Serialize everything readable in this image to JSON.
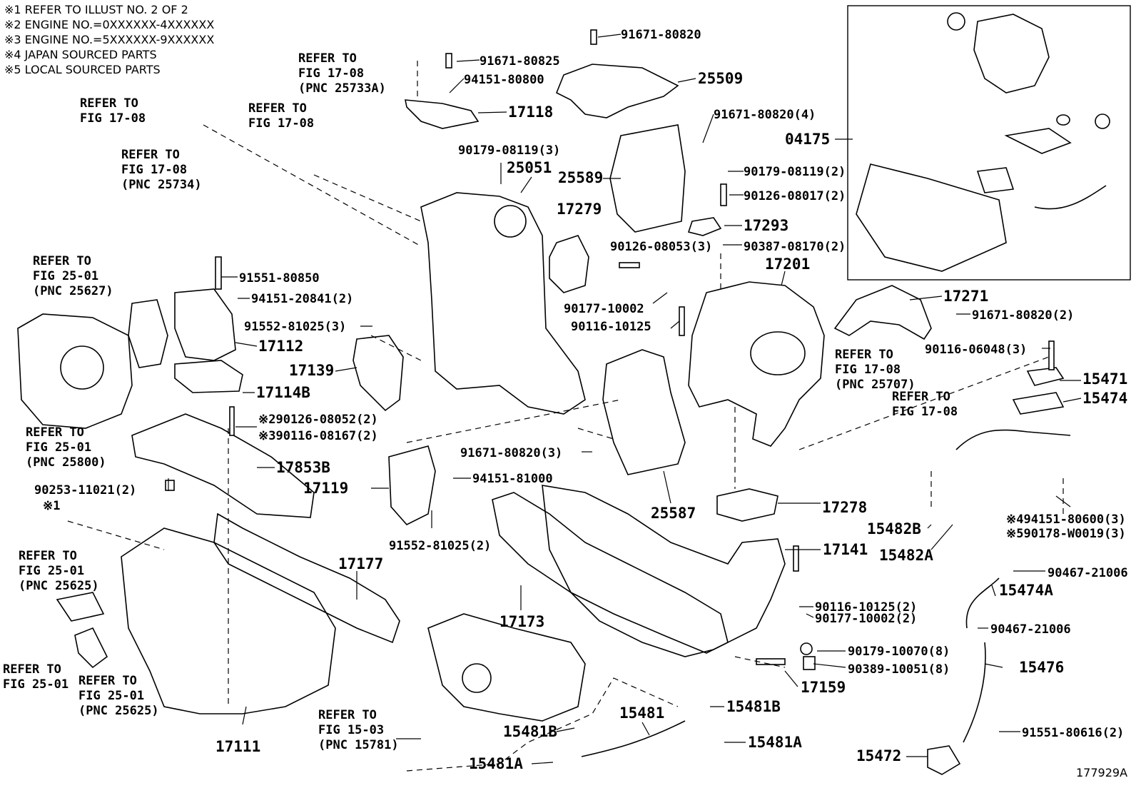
{
  "notes": [
    "※1 REFER TO ILLUST NO. 2 OF 2",
    "※2 ENGINE NO.=0XXXXXX-4XXXXXX",
    "※3 ENGINE NO.=5XXXXXX-9XXXXXX",
    "※4 JAPAN SOURCED PARTS",
    "※5 LOCAL SOURCED PARTS"
  ],
  "labels": {
    "p91671_80820_top": "91671-80820",
    "p25509": "25509",
    "p91671_80825": "91671-80825",
    "p94151_80800": "94151-80800",
    "p17118": "17118",
    "p90179_08119_3": "90179-08119(3)",
    "p25051": "25051",
    "p25589": "25589",
    "p91671_80820_4": "91671-80820(4)",
    "p90179_08119_2": "90179-08119(2)",
    "p90126_08017_2": "90126-08017(2)",
    "p17279": "17279",
    "p17293": "17293",
    "p90126_08053_3": "90126-08053(3)",
    "p90387_08170_2": "90387-08170(2)",
    "p17201": "17201",
    "p04175": "04175",
    "p17271": "17271",
    "p91671_80820_2": "91671-80820(2)",
    "p90177_10002": "90177-10002",
    "p90116_10125": "90116-10125",
    "p90116_06048_3": "90116-06048(3)",
    "p15471": "15471",
    "p15474": "15474",
    "p91551_80850": "91551-80850",
    "p94151_20841_2": "94151-20841(2)",
    "p91552_81025_3": "91552-81025(3)",
    "p17112": "17112",
    "p17139": "17139",
    "p17114B": "17114B",
    "p290126_08052": "※290126-08052(2)",
    "p390116_08167": "※390116-08167(2)",
    "p17853B": "17853B",
    "p91671_80820_3": "91671-80820(3)",
    "p17119": "17119",
    "p94151_81000": "94151-81000",
    "p91552_81025_2": "91552-81025(2)",
    "p25587": "25587",
    "p17278": "17278",
    "p15482B": "15482B",
    "p15482A": "15482A",
    "p94151_80600": "※494151-80600(3)",
    "p90178_W0019": "※590178-W0019(3)",
    "p90253_11021": "90253-11021(2)",
    "p_star1": "※1",
    "p17177": "17177",
    "p17141": "17141",
    "p90467_21006_a": "90467-21006",
    "p15474A": "15474A",
    "p90116_10125_2": "90116-10125(2)",
    "p17173": "17173",
    "p90177_10002_2": "90177-10002(2)",
    "p90467_21006_b": "90467-21006",
    "p90179_10070_8": "90179-10070(8)",
    "p90389_10051_8": "90389-10051(8)",
    "p15476": "15476",
    "p17159": "17159",
    "p15481": "15481",
    "p15481B_r": "15481B",
    "p15481A_r": "15481A",
    "p15481B_l": "15481B",
    "p15481A_l": "15481A",
    "p91551_80616_2": "91551-80616(2)",
    "p15472": "15472",
    "p17111": "17111",
    "fig_id": "177929A"
  },
  "refs": [
    {
      "line1": "REFER TO",
      "line2": "FIG 17-08",
      "line3": ""
    },
    {
      "line1": "REFER TO",
      "line2": "FIG 17-08",
      "line3": "(PNC 25733A)"
    },
    {
      "line1": "REFER TO",
      "line2": "FIG 17-08",
      "line3": ""
    },
    {
      "line1": "REFER TO",
      "line2": "FIG 17-08",
      "line3": "(PNC 25734)"
    },
    {
      "line1": "REFER TO",
      "line2": "FIG 25-01",
      "line3": "(PNC 25627)"
    },
    {
      "line1": "REFER TO",
      "line2": "FIG 25-01",
      "line3": "(PNC 25800)"
    },
    {
      "line1": "REFER TO",
      "line2": "FIG 17-08",
      "line3": "(PNC 25707)"
    },
    {
      "line1": "REFER TO",
      "line2": "FIG 17-08",
      "line3": ""
    },
    {
      "line1": "REFER TO",
      "line2": "FIG 25-01",
      "line3": "(PNC 25625)"
    },
    {
      "line1": "REFER TO",
      "line2": "FIG 25-01",
      "line3": ""
    },
    {
      "line1": "REFER TO",
      "line2": "FIG 25-01",
      "line3": "(PNC 25625)"
    },
    {
      "line1": "REFER TO",
      "line2": "FIG 15-03",
      "line3": "(PNC 15781)"
    }
  ]
}
